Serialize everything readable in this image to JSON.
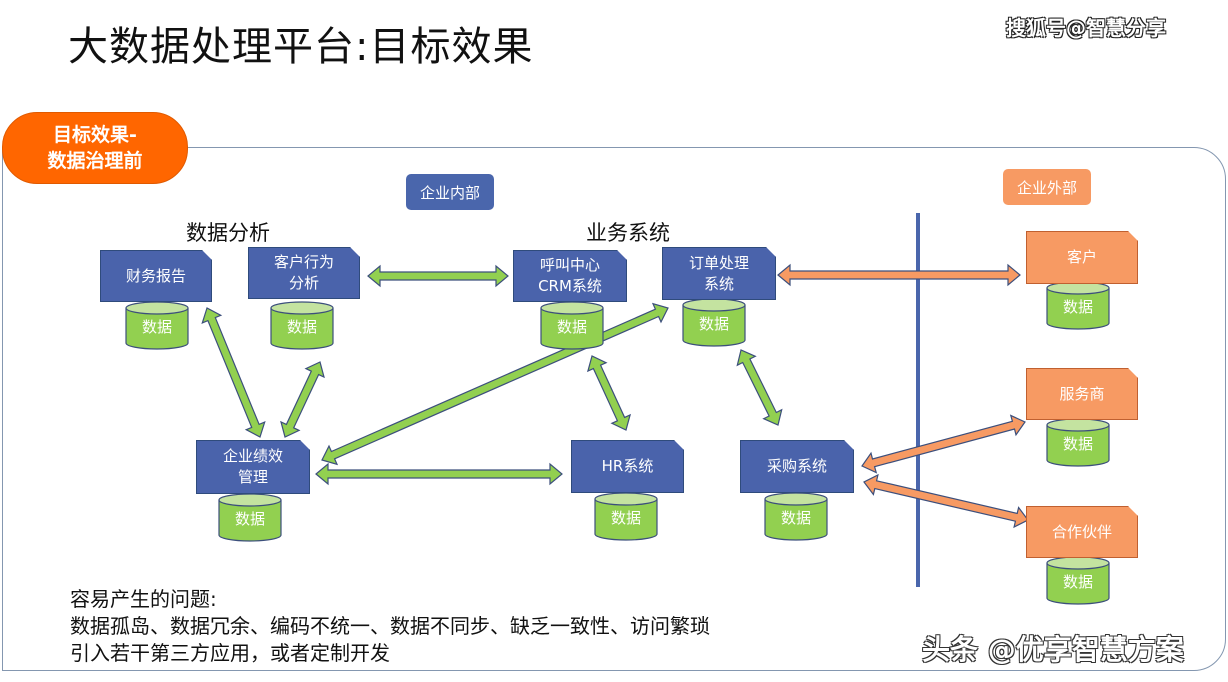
{
  "title": "大数据处理平台:目标效果",
  "watermark_top": "搜狐号@智慧分享",
  "watermark_bottom": "头条 @优享智慧方案",
  "badge": {
    "line1": "目标效果-",
    "line2": "数据治理前"
  },
  "zones": {
    "internal": "企业内部",
    "external": "企业外部"
  },
  "headings": {
    "analysis": "数据分析",
    "business": "业务系统"
  },
  "colors": {
    "internal_blue": "#4a63ab",
    "external_orange": "#f79a63",
    "db_green": "#92d050",
    "badge_orange": "#ff6600"
  },
  "systems": {
    "finance_report": {
      "lines": [
        "财务报告"
      ]
    },
    "customer_behavior": {
      "lines": [
        "客户行为",
        "分析"
      ]
    },
    "call_center": {
      "lines": [
        "呼叫中心",
        "CRM系统"
      ]
    },
    "order_processing": {
      "lines": [
        "订单处理",
        "系统"
      ]
    },
    "performance_mgmt": {
      "lines": [
        "企业绩效",
        "管理"
      ]
    },
    "hr_system": {
      "lines": [
        "HR系统"
      ]
    },
    "procurement": {
      "lines": [
        "采购系统"
      ]
    },
    "customer": {
      "lines": [
        "客户"
      ]
    },
    "service_provider": {
      "lines": [
        "服务商"
      ]
    },
    "partner": {
      "lines": [
        "合作伙伴"
      ]
    }
  },
  "db_label": "数据",
  "issues": {
    "heading": "容易产生的问题:",
    "line1": "数据孤岛、数据冗余、编码不统一、数据不同步、缺乏一致性、访问繁琐",
    "line2": "引入若干第三方应用，或者定制开发"
  }
}
